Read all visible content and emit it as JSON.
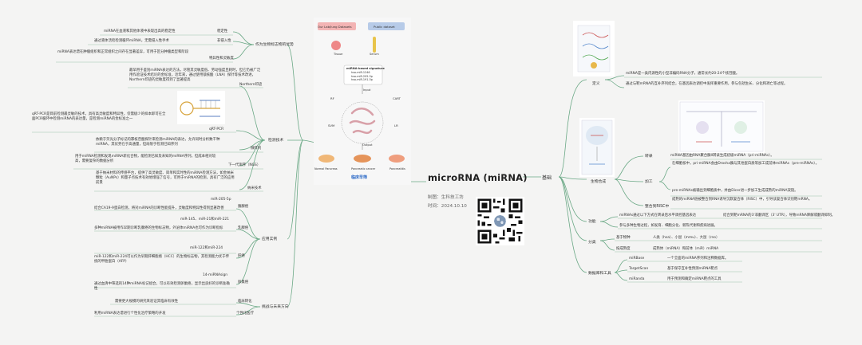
{
  "center": {
    "title": "microRNA (miRNA)",
    "author": "制图：生科技工坊",
    "time": "时间：2024.10.10"
  },
  "right": {
    "basics": "基础",
    "definition": {
      "label": "定义",
      "line1": "miRNA是一类内源性的小型非编码RNA分子，通常长约20-24个核苷酸。",
      "line2": "通过与靶mRNA的互补序列结合，在基因表达调控中发挥重要作用，参与包括生长、分化和凋亡等过程。"
    },
    "biogenesis": {
      "label": "生物合成",
      "transcription": "转录",
      "transcription_text": "miRNA基因由RNA聚合酶II转录生成初级miRNA（pri-miRNAs）。",
      "processing": "加工",
      "processing_a": "在细胞核中，pri-miRNA会由Drosha酶与其他蛋白质等加工成前体miRNAs（pre-miRNAs）。",
      "processing_b": "pre-miRNAs被输出到细胞质中，并由Dicer进一步加工生成成熟的miRNA双链。",
      "risc": "整合到RISC中",
      "risc_text": "成熟的miRNA链被整合到RNA诱导沉默复合体（RISC）中，引导该复合体识别靶mRNA。"
    },
    "function": {
      "label": "功能",
      "a": "miRNAs通过以下方式在转录后水平调控基因表达",
      "a2": "结合到靶mRNA的3'非翻译区（3' UTR），导致mRNA降解或翻译抑制。",
      "b": "参与多种生物过程，如发育、细胞分化、新陈代谢和疾病进展。"
    },
    "classification": {
      "label": "分类",
      "source": "基于物种",
      "source_text": "人类（hsa）、小鼠（mmu）、大鼠（rno）",
      "naming": "按成熟度",
      "naming_text": "成熟体（miRNA）和前体（miR）miRNA"
    },
    "tools": {
      "label": "数据库和工具",
      "items": [
        {
          "name": "miRBase",
          "desc": "一个全面的miRNA序列和注释数据库。"
        },
        {
          "name": "TargetScan",
          "desc": "基于保守互补性预测miRNA靶点"
        },
        {
          "name": "miRanda",
          "desc": "用于预测和确定miRNA靶点的工具"
        }
      ]
    }
  },
  "left": {
    "role": {
      "label": "作为生物标志物的优势",
      "items": [
        {
          "text": "miRNA在血液和其他体液中表现出高的稳定性",
          "tag": "稳定性"
        },
        {
          "text": "通过液体活检检测循环miRNA，无需侵入性手术",
          "tag": "非侵入性"
        },
        {
          "text": "miRNA表达谱在肿瘤组织和正常组织之间存在显著差异，可用于区分肿瘤类型和阶段",
          "tag": "特异性和灵敏度"
        }
      ]
    },
    "detection": {
      "label": "检测技术",
      "northern_text": "最早用于鉴别miRNA表达的方法，尽管其灵敏度低、劳动强度且耗时，但它仍被广泛用作验证技术结论的金标准，近年来，通过使用锁核酸（LNA）探针等技术改进，Northern印迹的灵敏度得到了显著提高",
      "northern_tag": "Northern印迹",
      "qrt_side": "qRT-PCR是目前检测最灵敏的技术，具有高灵敏度和特异性，仅需极少的样本即可在全面PCR循环中检测miRNA的表达量，是检测miRNA的金标准之一",
      "qrt_tag": "qRT-PCR",
      "array_text": "依赖于荧光分子标记的寡核苷酸探针来检测miRNA的表达，允许同时分析数千种miRNA，其优势在于高通量，但局限于检测已知序列",
      "array_tag": "微阵列",
      "ngs_text": "用于miRNA检测和发现miRNA新化合物，能检测已知及未知的miRNA序列，但成本相对较高，需要复杂的数据分析",
      "ngs_tag": "下一代测序（NGS）",
      "nano_text": "基于纳米材料的传感平台，提供了高灵敏度、简单和实时性的miRNA检测方法，如金纳米颗粒（AuNPs）和量子点技术有效地增强了信号，可用于miRNA的检测，具有广泛的应用前景",
      "nano_tag": "纳米技术"
    },
    "clinical": {
      "label": "应用实例",
      "cancers": [
        {
          "marker": "miR-205-5p",
          "text": "结合CA19-9蛋白检测，将对miRNA的诊断性能提升，灵敏度和特异性得到显著改善",
          "tag": "胰腺癌"
        },
        {
          "marker": "miR-145、miR-21和miR-221",
          "text": "多种miRNA被用作早期诊断乳腺癌的生物标志物，外泌体miRNA也可作为诊断指标",
          "tag": "乳腺癌"
        },
        {
          "marker": "miR-122和miR-224",
          "text": "miR-122和miR-224可以作为早期肝细胞癌（HCC）的生物标志物，其检测能力优于传统的甲胎蛋白（AFP）",
          "tag": "肝癌"
        },
        {
          "marker": "14-miRNAsign",
          "text": "通过血清中筛选的14种miRNA标记组合，可以有效检测卵巢癌，显示出良好的诊断准确性",
          "tag": "卵巢癌"
        }
      ]
    },
    "future": {
      "label": "挑战与未来方向",
      "items": [
        {
          "text": "需要更大规模的研究来验证其临床有效性",
          "tag": "临床转化"
        },
        {
          "text": "利用miRNA表达谱进行个性化治疗策略的开发",
          "tag": "个性化医疗"
        }
      ]
    }
  },
  "figure": {
    "box1": "Our Lab/lung Datasets",
    "box2": "Public dataset",
    "tissue": "Tissue",
    "serum": "Serum",
    "sig_title": "miRNA-based signature",
    "sig_lines": [
      "hsa-miR-1246",
      "hsa-miR-205-5p",
      "hsa-miR-191-5p"
    ],
    "input": "Input",
    "algos": [
      "RF",
      "CART",
      "SVM",
      "LR"
    ],
    "output": "Output",
    "panc": [
      "Normal Pancreas",
      "Pancreatic cancer",
      "Pancreatitis"
    ],
    "caption": "临床早筛"
  },
  "colors": {
    "line": "#5f9f78",
    "accent_red": "#e14b4b",
    "accent_blue": "#2b69c7"
  }
}
